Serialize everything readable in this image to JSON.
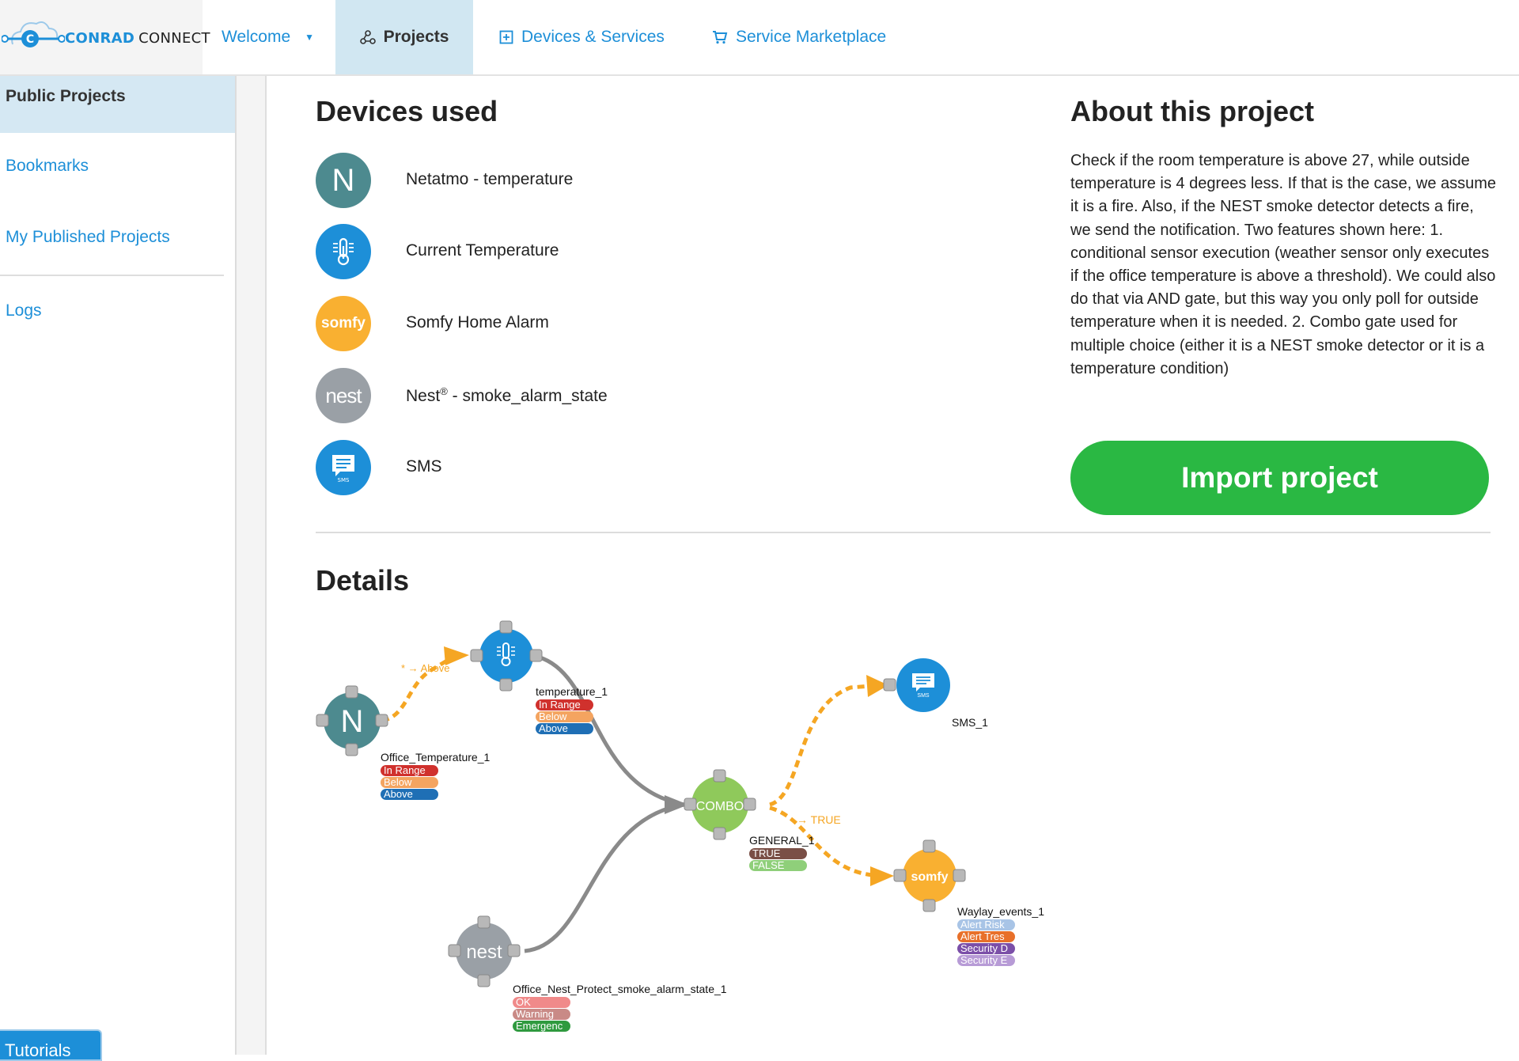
{
  "brand": {
    "name_part1": "CONRAD",
    "name_part2": "CONNECT"
  },
  "nav": {
    "welcome": "Welcome",
    "projects": "Projects",
    "devices": "Devices & Services",
    "marketplace": "Service Marketplace"
  },
  "sidebar": {
    "items": [
      {
        "label": "Public Projects",
        "active": true
      },
      {
        "label": "Bookmarks"
      },
      {
        "label": "My Published Projects"
      },
      {
        "label": "Logs"
      }
    ],
    "tutorials": "Tutorials"
  },
  "devices_used": {
    "title": "Devices used",
    "items": [
      {
        "label": "Netatmo - temperature",
        "icon": "netatmo-icon",
        "color": "#4d8a8f",
        "glyph": "N"
      },
      {
        "label": "Current Temperature",
        "icon": "thermometer-icon",
        "color": "#1d8fd8"
      },
      {
        "label": "Somfy Home Alarm",
        "icon": "somfy-icon",
        "color": "#f9b031",
        "glyph": "somfy"
      },
      {
        "label_prefix": "Nest",
        "label_sup": "®",
        "label_suffix": " - smoke_alarm_state",
        "icon": "nest-icon",
        "color": "#9aa0a6",
        "glyph": "nest"
      },
      {
        "label": "SMS",
        "icon": "sms-icon",
        "color": "#1d8fd8",
        "glyph": "SMS"
      }
    ]
  },
  "about": {
    "title": "About this project",
    "text": "Check if the room temperature is above 27, while outside temperature is 4 degrees less. If that is the case, we assume it is a fire. Also, if the NEST smoke detector detects a fire, we send the notification. Two features shown here: 1. conditional sensor execution (weather sensor only executes if the office temperature is above a threshold). We could also do that via AND gate, but this way you only poll for outside temperature when it is needed. 2. Combo gate used for multiple choice (either it is a NEST smoke detector or it is a temperature condition)",
    "import_button": "Import project"
  },
  "details": {
    "title": "Details",
    "nodes": {
      "office_temperature": {
        "name": "Office_Temperature_1",
        "glyph": "N",
        "states": [
          "In Range",
          "Below",
          "Above"
        ]
      },
      "temperature": {
        "name": "temperature_1",
        "states": [
          "In Range",
          "Below",
          "Above"
        ]
      },
      "combo": {
        "name": "GENERAL_1",
        "glyph": "COMBO",
        "states": [
          "TRUE",
          "FALSE"
        ]
      },
      "sms": {
        "name": "SMS_1",
        "glyph": "SMS"
      },
      "somfy": {
        "name": "Waylay_events_1",
        "glyph": "somfy",
        "states": [
          "Alert Risk",
          "Alert Tres",
          "Security D",
          "Security E"
        ]
      },
      "nest": {
        "name": "Office_Nest_Protect_smoke_alarm_state_1",
        "glyph": "nest",
        "states": [
          "OK",
          "Warning",
          "Emergenc"
        ]
      }
    },
    "edge_labels": {
      "above": "* → Above",
      "true": "→ TRUE"
    }
  },
  "colors": {
    "accent": "#1d8fd8",
    "import_green": "#2ab843",
    "state_red": "#d0312d",
    "state_orange": "#f4a460",
    "state_blue": "#1f6fb5",
    "flow_orange": "#f5a623"
  }
}
